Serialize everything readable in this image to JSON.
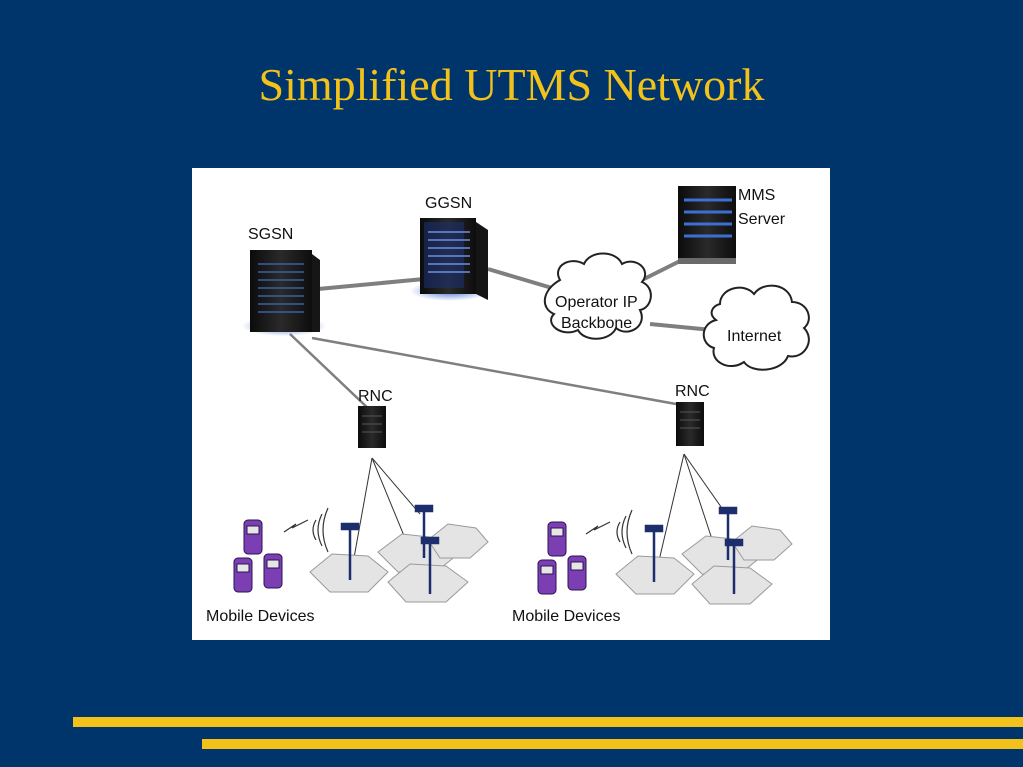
{
  "slide": {
    "title": "Simplified UTMS Network"
  },
  "diagram": {
    "nodes": {
      "sgsn": "SGSN",
      "ggsn": "GGSN",
      "mms_server": [
        "MMS",
        "Server"
      ],
      "operator_backbone": [
        "Operator IP",
        "Backbone"
      ],
      "internet": "Internet",
      "rnc_left": "RNC",
      "rnc_right": "RNC",
      "mobile_left": "Mobile Devices",
      "mobile_right": "Mobile Devices"
    }
  },
  "colors": {
    "background": "#00356b",
    "accent": "#f2c21b",
    "panel": "#ffffff",
    "link": "#7f7f7f",
    "phone": "#7b3fb3"
  }
}
